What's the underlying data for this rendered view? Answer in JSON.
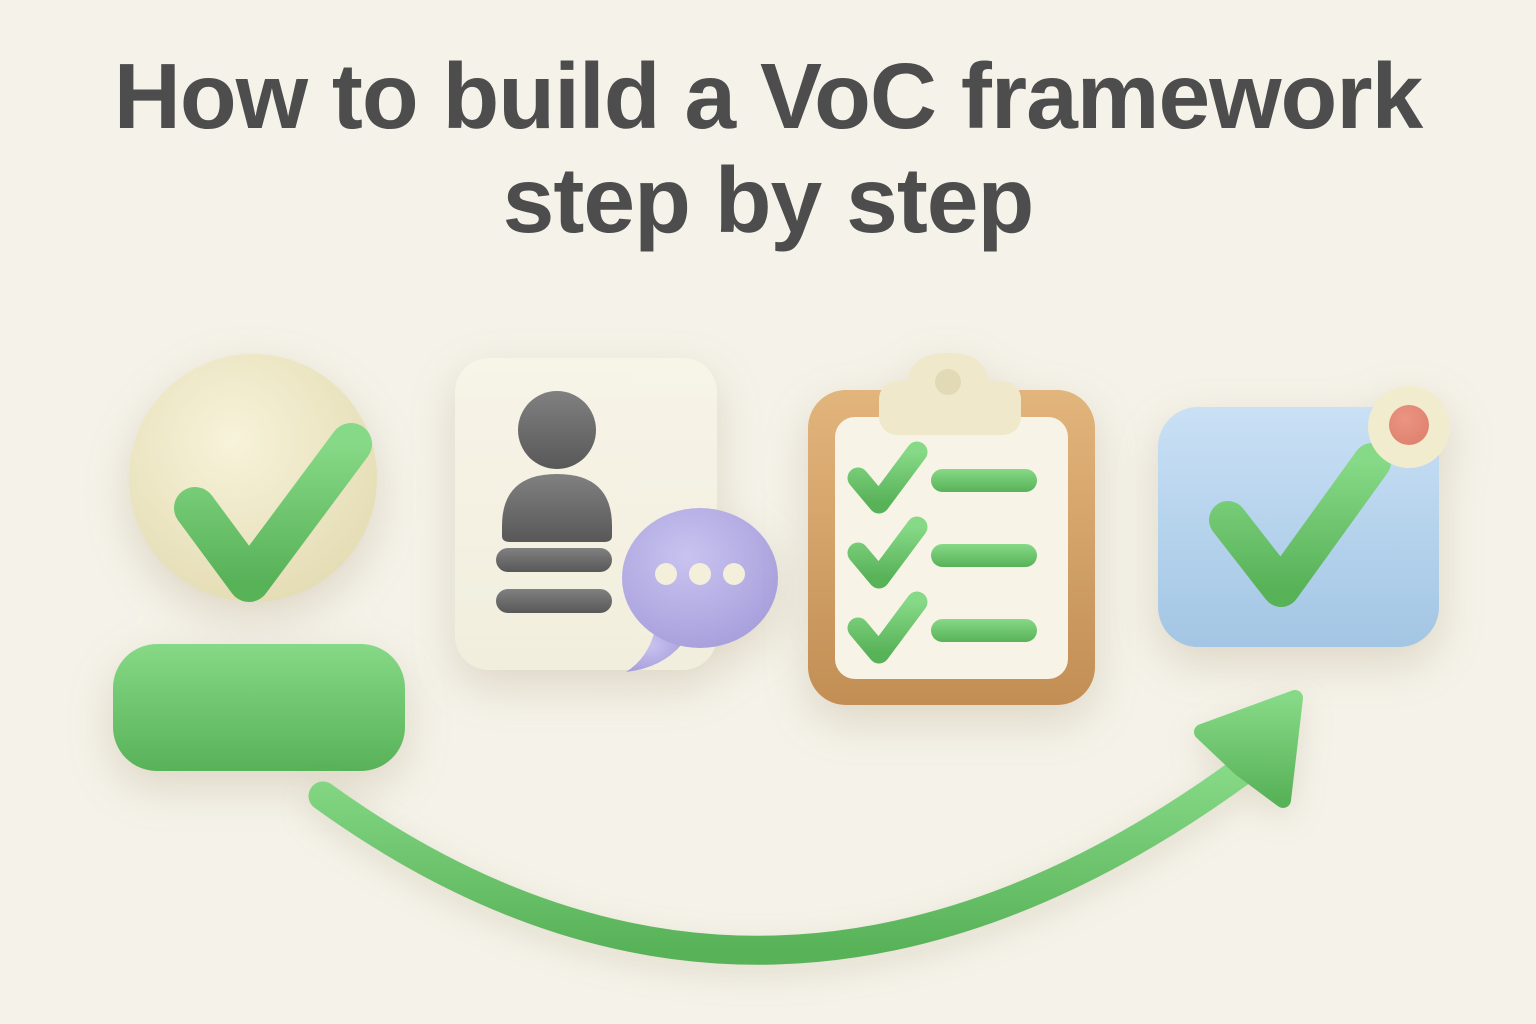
{
  "title": {
    "line1": "How to build a VoC framework",
    "line2": "step by step"
  },
  "steps": [
    {
      "order": 1,
      "icon": "checkmark-circle-icon",
      "extra_shape": "green-button-bar"
    },
    {
      "order": 2,
      "icon": "customer-profile-card-icon",
      "extra_shape": "speech-bubble-ellipsis"
    },
    {
      "order": 3,
      "icon": "checklist-clipboard-icon",
      "checklist_rows": 3
    },
    {
      "order": 4,
      "icon": "task-complete-card-icon",
      "extra_shape": "notification-dot"
    }
  ],
  "arrow": {
    "icon": "curved-growth-arrow-icon",
    "direction": "up-right"
  },
  "colors": {
    "background": "#f5f2e9",
    "title_text": "#4d4d4d",
    "green": "#6cc86c",
    "green_light": "#86d986",
    "green_dark": "#58b258",
    "cream": "#f0ebc8",
    "cream_light": "#f7f3da",
    "cream_dark": "#e2dab0",
    "card_cream": "#f1eedd",
    "card_cream_light": "#f7f4e8",
    "gray": "#6e6e6e",
    "gray_light": "#808080",
    "gray_dark": "#585858",
    "lavender": "#b8b1e3",
    "lavender_light": "#c9c3f0",
    "lavender_dark": "#a299d8",
    "dot_cream": "#f4efda",
    "tan": "#d8a76a",
    "tan_light": "#e2b57c",
    "tan_dark": "#c28e54",
    "paper": "#f7f4e7",
    "clip_cream": "#f0e8cb",
    "clip_hole": "#e2d9b6",
    "blue": "#b2d2ec",
    "blue_light": "#c9e0f5",
    "blue_dark": "#a3c6e4",
    "salmon": "#ec9482",
    "salmon_dark": "#dd7f6d",
    "badge_cream": "#f2ecce"
  }
}
